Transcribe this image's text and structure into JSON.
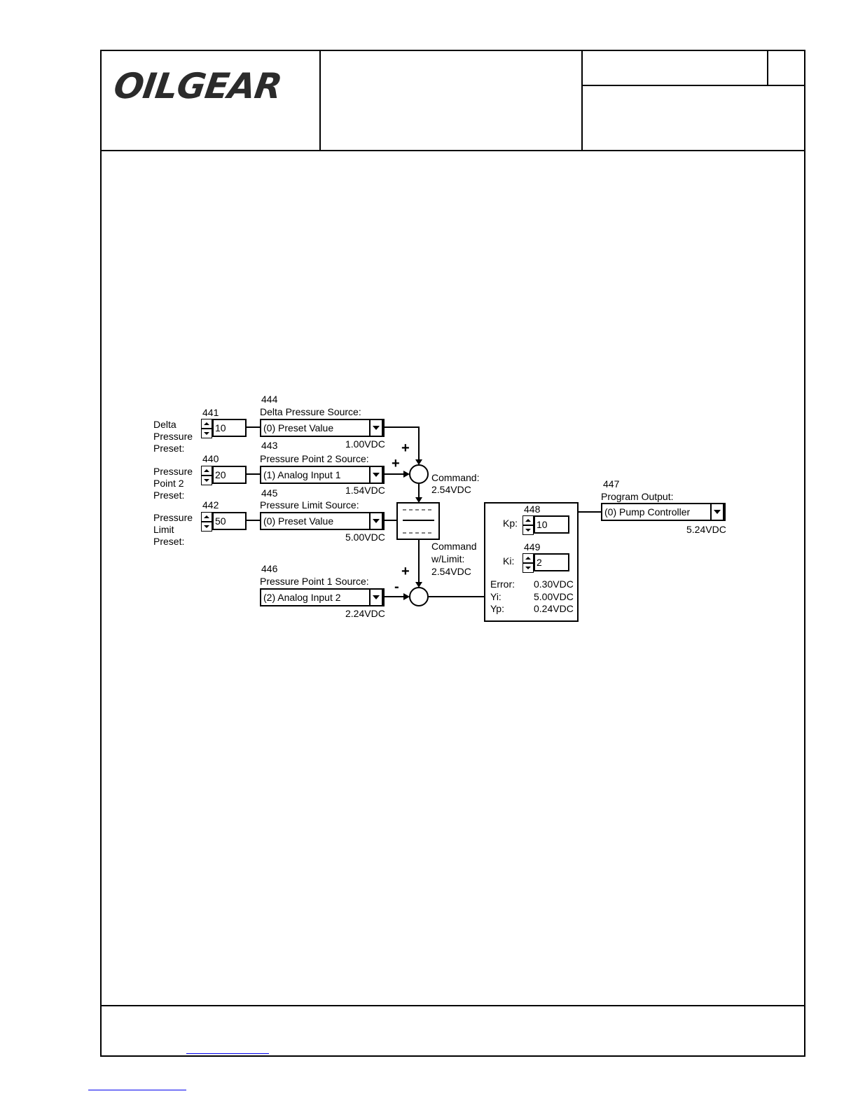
{
  "header": {
    "logo_text": "OILGEAR"
  },
  "diagram": {
    "delta_pressure_preset": {
      "param": "441",
      "label_lines": [
        "Delta",
        "Pressure",
        "Preset:"
      ],
      "value": "10"
    },
    "pressure_point2_preset": {
      "param": "440",
      "label_lines": [
        "Pressure",
        "Point 2",
        "Preset:"
      ],
      "value": "20"
    },
    "pressure_limit_preset": {
      "param": "442",
      "label_lines": [
        "Pressure",
        "Limit",
        "Preset:"
      ],
      "value": "50"
    },
    "delta_pressure_source": {
      "param": "444",
      "label": "Delta Pressure Source:",
      "selected": "(0)  Preset Value",
      "reading": "1.00VDC"
    },
    "pressure_point2_source": {
      "param": "443",
      "label": "Pressure Point 2 Source:",
      "selected": "(1)  Analog Input 1",
      "reading": "1.54VDC"
    },
    "pressure_limit_source": {
      "param": "445",
      "label": "Pressure Limit Source:",
      "selected": "(0)  Preset Value",
      "reading": "5.00VDC"
    },
    "pressure_point1_source": {
      "param": "446",
      "label": "Pressure Point 1 Source:",
      "selected": "(2)  Analog Input 2",
      "reading": "2.24VDC"
    },
    "summer1": {
      "sign_top": "+",
      "sign_left": "+"
    },
    "summer2": {
      "sign_top": "+",
      "sign_left": "-"
    },
    "command": {
      "label": "Command:",
      "reading": "2.54VDC"
    },
    "command_limit": {
      "label_lines": [
        "Command",
        "w/Limit:"
      ],
      "reading": "2.54VDC"
    },
    "pi_controller": {
      "kp": {
        "param": "448",
        "label": "Kp:",
        "value": "10"
      },
      "ki": {
        "param": "449",
        "label": "Ki:",
        "value": "2"
      },
      "error": {
        "label": "Error:",
        "value": "0.30VDC"
      },
      "yi": {
        "label": "Yi:",
        "value": "5.00VDC"
      },
      "yp": {
        "label": "Yp:",
        "value": "0.24VDC"
      }
    },
    "program_output": {
      "param": "447",
      "label": "Program Output:",
      "selected": "(0)  Pump Controller",
      "reading": "5.24VDC"
    }
  }
}
